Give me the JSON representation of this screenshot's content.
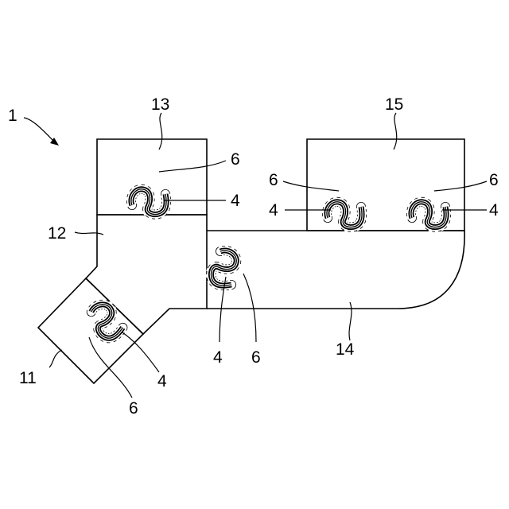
{
  "labels": {
    "assembly": "1",
    "part_11": "11",
    "part_12": "12",
    "part_13": "13",
    "part_14": "14",
    "part_15": "15"
  },
  "joint_labels": [
    {
      "seal": "6",
      "fold": "4"
    },
    {
      "seal": "6",
      "fold": "4"
    },
    {
      "seal": "6",
      "fold": "4"
    },
    {
      "seal": "6",
      "fold": "4"
    },
    {
      "seal": "6",
      "fold": "4"
    }
  ]
}
